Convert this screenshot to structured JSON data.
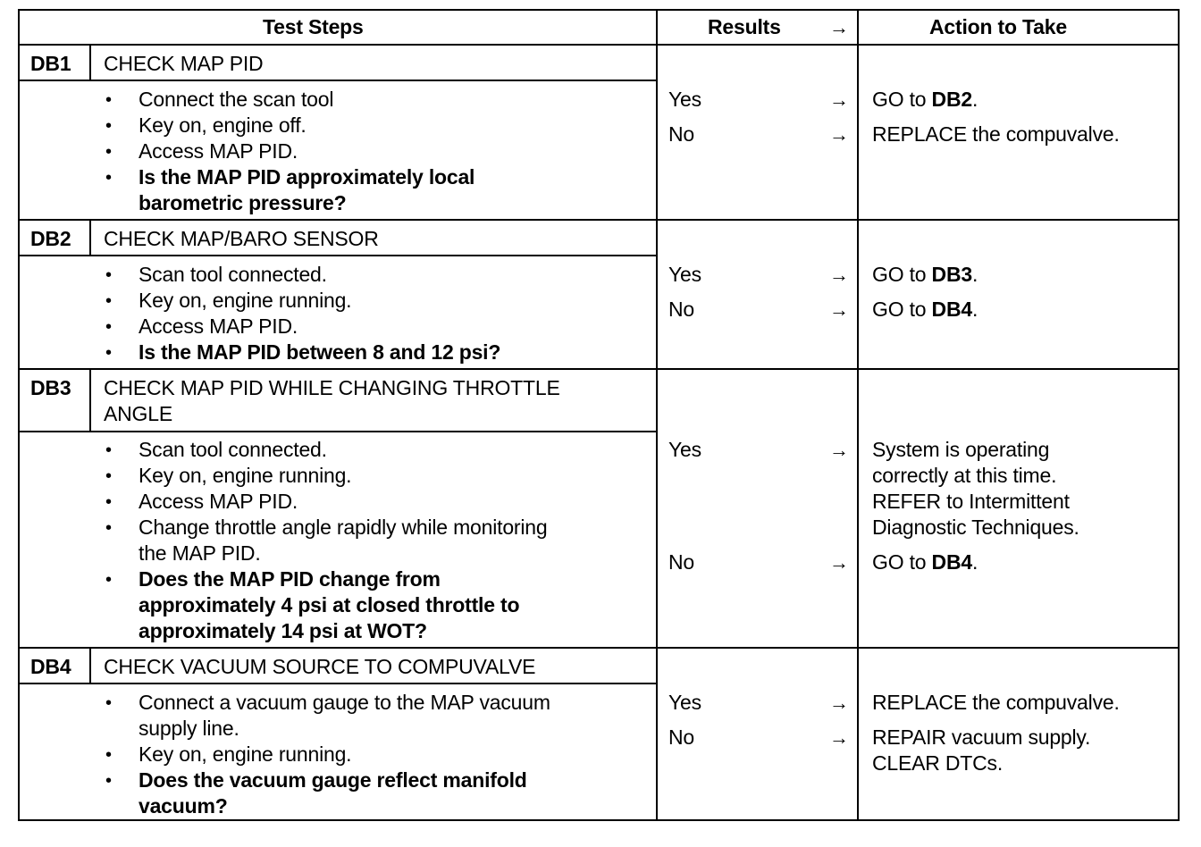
{
  "header": {
    "steps": "Test Steps",
    "results": "Results",
    "action": "Action to Take",
    "arrow": "→"
  },
  "steps": [
    {
      "id": "DB1",
      "title": [
        "CHECK MAP PID"
      ],
      "bullets": [
        {
          "lines": [
            "Connect the scan tool"
          ],
          "bold": false
        },
        {
          "lines": [
            "Key on, engine off."
          ],
          "bold": false
        },
        {
          "lines": [
            "Access MAP PID."
          ],
          "bold": false
        },
        {
          "lines": [
            "Is the MAP PID approximately local",
            "barometric  pressure?"
          ],
          "bold": true
        }
      ],
      "results": [
        {
          "label": "Yes",
          "arrow": "→",
          "action": [
            "GO to ",
            "DB2",
            "."
          ]
        },
        {
          "label": "No",
          "arrow": "→",
          "action": [
            "REPLACE the compuvalve."
          ]
        }
      ]
    },
    {
      "id": "DB2",
      "title": [
        "CHECK MAP/BARO SENSOR"
      ],
      "bullets": [
        {
          "lines": [
            "Scan tool connected."
          ],
          "bold": false
        },
        {
          "lines": [
            "Key on, engine running."
          ],
          "bold": false
        },
        {
          "lines": [
            "Access MAP PID."
          ],
          "bold": false
        },
        {
          "lines": [
            "Is the MAP PID between 8 and 12 psi?"
          ],
          "bold": true
        }
      ],
      "results": [
        {
          "label": "Yes",
          "arrow": "→",
          "action": [
            "GO to ",
            "DB3",
            "."
          ]
        },
        {
          "label": "No",
          "arrow": "→",
          "action": [
            "GO to ",
            "DB4",
            "."
          ]
        }
      ]
    },
    {
      "id": "DB3",
      "title": [
        "CHECK MAP PID WHILE CHANGING THROTTLE",
        "ANGLE"
      ],
      "bullets": [
        {
          "lines": [
            "Scan tool connected."
          ],
          "bold": false
        },
        {
          "lines": [
            "Key on, engine running."
          ],
          "bold": false
        },
        {
          "lines": [
            "Access MAP PID."
          ],
          "bold": false
        },
        {
          "lines": [
            "Change throttle angle rapidly while monitoring",
            "the MAP PID."
          ],
          "bold": false
        },
        {
          "lines": [
            "Does the MAP PID change from",
            "approximately 4 psi at closed throttle to",
            "approximately 14 psi at WOT?"
          ],
          "bold": true
        }
      ],
      "results": [
        {
          "label": "Yes",
          "arrow": "→",
          "action": [
            "System is operating",
            "correctly at this time.",
            "REFER to Intermittent",
            "Diagnostic  Techniques."
          ]
        },
        {
          "label": "No",
          "arrow": "→",
          "action": [
            "GO to ",
            "DB4",
            "."
          ]
        }
      ]
    },
    {
      "id": "DB4",
      "title": [
        "CHECK VACUUM SOURCE TO COMPUVALVE"
      ],
      "bullets": [
        {
          "lines": [
            "Connect a vacuum gauge to the MAP vacuum",
            "supply line."
          ],
          "bold": false
        },
        {
          "lines": [
            "Key on, engine running."
          ],
          "bold": false
        },
        {
          "lines": [
            "Does the vacuum gauge reflect manifold",
            "vacuum?"
          ],
          "bold": true
        }
      ],
      "results": [
        {
          "label": "Yes",
          "arrow": "→",
          "action": [
            "REPLACE the compuvalve."
          ]
        },
        {
          "label": "No",
          "arrow": "→",
          "action": [
            "REPAIR vacuum supply.",
            "CLEAR DTCs."
          ]
        }
      ]
    }
  ]
}
